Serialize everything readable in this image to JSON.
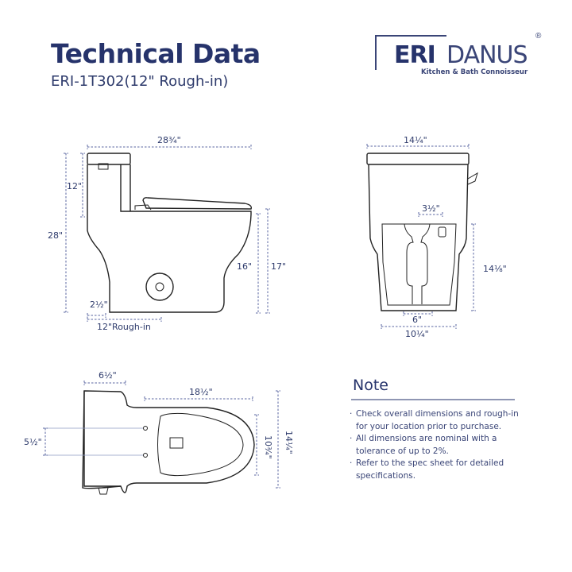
{
  "header": {
    "title": "Technical Data",
    "subtitle": "ERI-1T302(12\" Rough-in)"
  },
  "logo": {
    "bold": "ERI",
    "thin": "DANUS",
    "registered": "®",
    "tagline": "Kitchen & Bath Connoisseur"
  },
  "side_view": {
    "overall_length": "28¾\"",
    "tank_height": "12\"",
    "overall_height": "28\"",
    "rim_height": "16\"",
    "seat_height": "17\"",
    "outlet_offset": "2½\"",
    "rough_in": "12\"Rough-in"
  },
  "front_view": {
    "tank_width": "14¼\"",
    "trapway_gap": "3½\"",
    "height": "14⅛\"",
    "base_inner": "6\"",
    "base_width": "10¼\""
  },
  "top_view": {
    "tank_depth": "6½\"",
    "bowl_length": "18½\"",
    "bolt_spacing": "5½\"",
    "bowl_width": "10¾\"",
    "overall_width": "14¼\""
  },
  "note": {
    "title": "Note",
    "items": [
      "Check overall dimensions and rough-in for your location prior to purchase.",
      "All dimensions are nominal with a tolerance of up to 2%.",
      "Refer to the spec sheet for detailed specifications."
    ]
  },
  "colors": {
    "brand_navy": "#26336b",
    "outline": "#222222",
    "dim_line": "#5a66a0"
  }
}
